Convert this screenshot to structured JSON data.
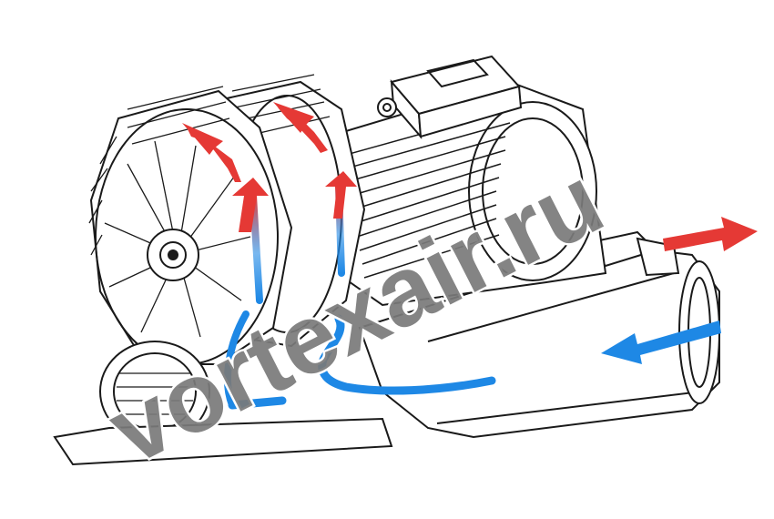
{
  "watermark": {
    "text": "vortexair.ru",
    "color": "#7a7a7a",
    "outline_color": "#ffffff"
  },
  "flow_colors": {
    "intake": "#1e88e5",
    "discharge": "#e53935"
  },
  "line_color": "#1a1a1a",
  "icons": [
    "motor",
    "impeller",
    "fan-cover",
    "silencer",
    "terminal-box",
    "flow-arrow"
  ]
}
